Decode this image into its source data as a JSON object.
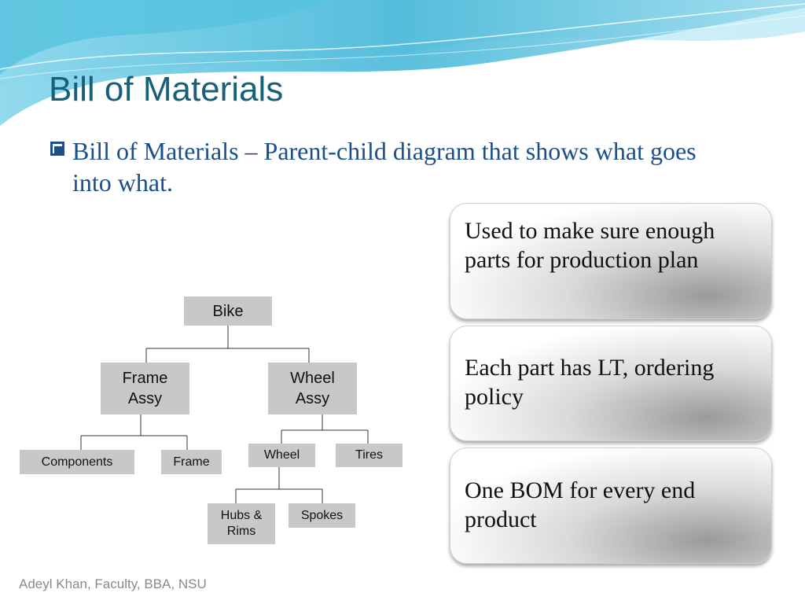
{
  "slide": {
    "title": "Bill of Materials",
    "bullet": "Bill of Materials – Parent-child diagram that shows what goes into what.",
    "footer": "Adeyl Khan, Faculty, BBA, NSU"
  },
  "bom_tree": {
    "root": "Bike",
    "level1": [
      "Frame\nAssy",
      "Wheel\nAssy"
    ],
    "frame_children": [
      "Components",
      "Frame"
    ],
    "wheel_children": [
      "Wheel",
      "Tires"
    ],
    "wheel_part_children": [
      "Hubs &\nRims",
      "Spokes"
    ]
  },
  "cards": [
    "Used to make sure enough parts for production plan",
    "Each part has LT, ordering policy",
    "One BOM for every end product"
  ],
  "colors": {
    "title": "#17607a",
    "bullet_text": "#1a4f8b",
    "node_fill": "#c8c8c8",
    "wave_light": "#bfe8f2",
    "wave_dark": "#3bb7d8"
  },
  "icons": {
    "bullet": "checkbox-square-icon"
  }
}
